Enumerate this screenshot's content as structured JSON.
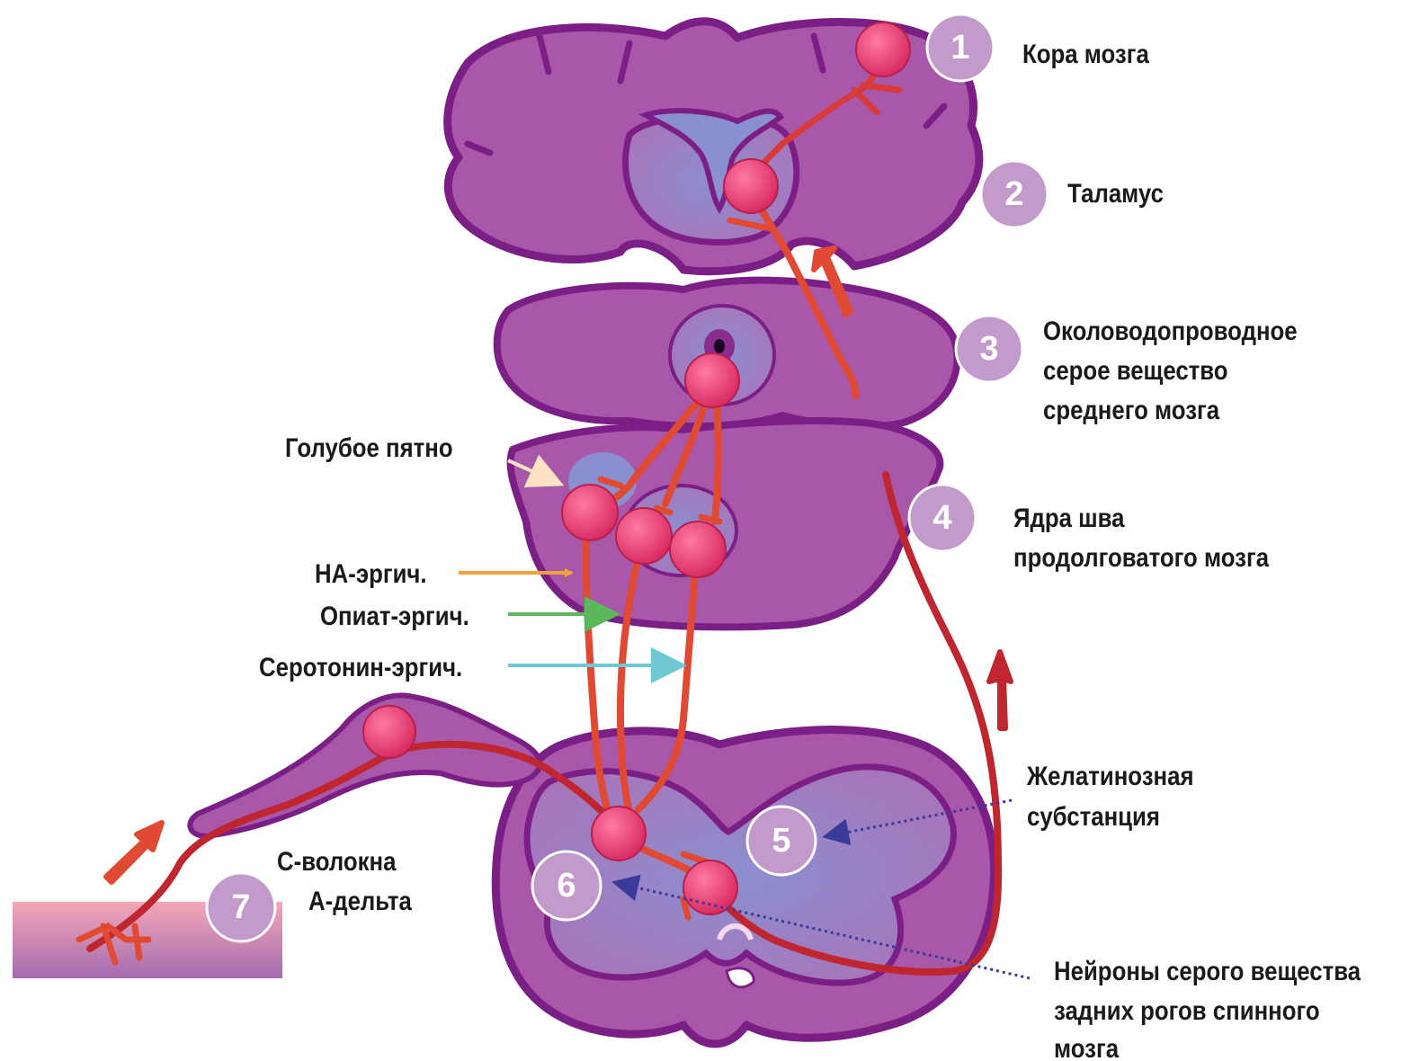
{
  "labels": {
    "cortex": "Кора мозга",
    "thalamus": "Таламус",
    "pag": [
      "Околоводопроводное",
      "серое вещество",
      "среднего мозга"
    ],
    "raphe": [
      "Ядра шва",
      "продолговатого мозга"
    ],
    "locus": "Голубое пятно",
    "na": "НА-эргич.",
    "opiate": "Опиат-эргич.",
    "serotonin": "Серотонин-эргич.",
    "gelatinous": [
      "Желатинозная",
      "субстанция"
    ],
    "fibers": [
      "С-волокна",
      "А-дельта"
    ],
    "dorsal": [
      "Нейроны серого вещества",
      "задних рогов спинного",
      "мозга"
    ]
  },
  "markers": [
    "1",
    "2",
    "3",
    "4",
    "5",
    "6",
    "7"
  ],
  "colors": {
    "tissue": "#a957a8",
    "tissue_border": "#7b1f86",
    "gray_matter": "#9a82c4",
    "neuron": "#e8487a",
    "pathway": "#e04a33",
    "afferent": "#c0262f",
    "marker": "#c29bcc",
    "arrow_na": "#f0a03c",
    "arrow_opiate": "#5cb85c",
    "arrow_serotonin": "#6fc9d3",
    "arrow_dotted": "#3a3a9a"
  }
}
